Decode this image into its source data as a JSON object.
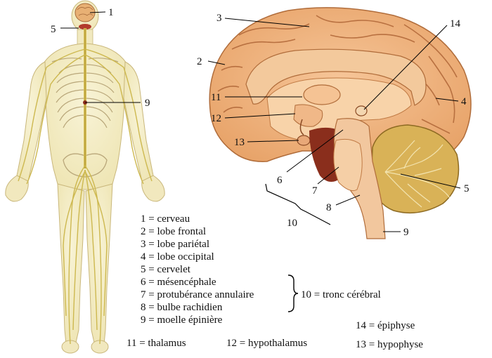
{
  "figure_labels": {
    "body": {
      "brain": "1",
      "cerebellum": "5",
      "spinal_cord": "9"
    },
    "brain": {
      "parietal": "3",
      "frontal": "2",
      "thalamus": "11",
      "hypothalamus": "12",
      "hypophysis": "13",
      "epiphysis": "14",
      "occipital": "4",
      "midbrain": "6",
      "pons": "7",
      "cerebellum": "5",
      "medulla": "8",
      "brainstem": "10",
      "spinal_cord": "9"
    }
  },
  "legend": {
    "items": [
      "1 = cerveau",
      "2 = lobe frontal",
      "3 = lobe pariétal",
      "4 = lobe occipital",
      "5 = cervelet",
      "6 = mésencéphale",
      "7 = protubérance annulaire",
      "8 = bulbe rachidien",
      "9 = moelle épinière"
    ],
    "brainstem_group": "10 = tronc cérébral",
    "thalamus": "11 = thalamus",
    "hypothalamus": "12 = hypothalamus",
    "epiphysis": "14 = épiphyse",
    "hypophysis": "13 = hypophyse"
  },
  "colors": {
    "body_skin": "#f4eecb",
    "nerve": "#d4c05c",
    "bone": "#ebe3c4",
    "cortex": "#efb886",
    "cortex_dark": "#c8814e",
    "inner": "#f7d0a6",
    "cerebellum": "#d4ad52",
    "stem": "#f2c79e"
  }
}
